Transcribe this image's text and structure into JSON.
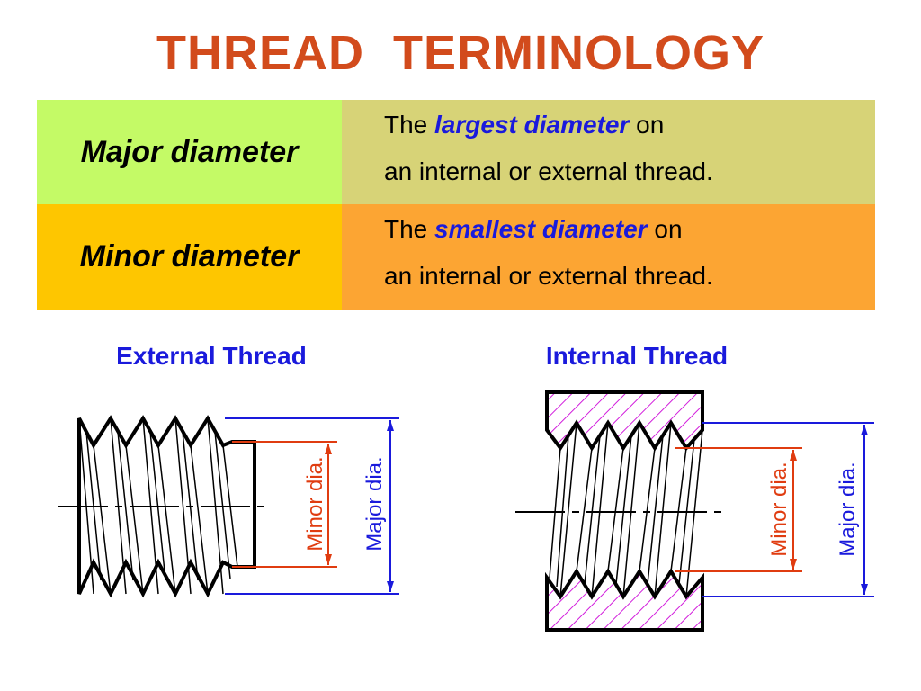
{
  "title": "THREAD  TERMINOLOGY",
  "colors": {
    "title": "#d24b1c",
    "row1_term_bg": "#c4fa66",
    "row1_def_bg": "#d7d377",
    "row2_term_bg": "#fec600",
    "row2_def_bg": "#fca533",
    "highlight": "#1a1adc",
    "minor_dim": "#e03c10",
    "major_dim": "#1a1adc",
    "hatch": "#d21ddc"
  },
  "table": {
    "rows": [
      {
        "term": "Major diameter",
        "def_prefix": "The",
        "def_highlight": "largest diameter",
        "def_suffix": "on",
        "def_line2": "an internal or external thread."
      },
      {
        "term": "Minor diameter",
        "def_prefix": "The",
        "def_highlight": "smallest diameter",
        "def_suffix": "on",
        "def_line2": "an internal or external thread."
      }
    ]
  },
  "diagrams": {
    "external": {
      "heading": "External Thread",
      "minor_label": "Minor dia.",
      "major_label": "Major dia."
    },
    "internal": {
      "heading": "Internal Thread",
      "minor_label": "Minor dia.",
      "major_label": "Major dia."
    }
  }
}
